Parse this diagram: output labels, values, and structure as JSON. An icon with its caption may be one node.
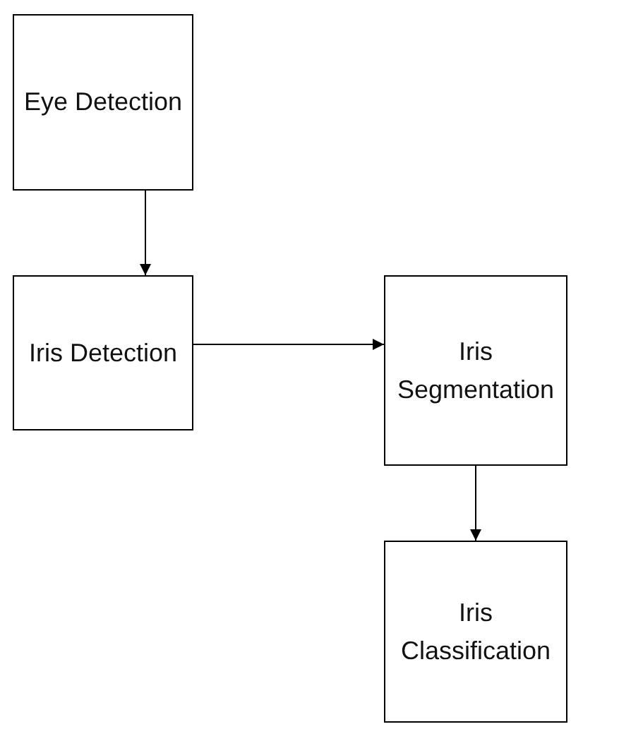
{
  "diagram": {
    "nodes": [
      {
        "text": [
          "Eye Detection"
        ]
      },
      {
        "text": [
          "Iris Detection"
        ]
      },
      {
        "text": [
          "Iris Segmentation"
        ]
      },
      {
        "text": [
          "Iris Classification"
        ]
      }
    ],
    "edges": [
      {
        "from": 0,
        "to": 1,
        "arrow": "to"
      },
      {
        "from": 1,
        "to": 2,
        "arrow": "to"
      },
      {
        "from": 2,
        "to": 3,
        "arrow": "to"
      }
    ]
  }
}
